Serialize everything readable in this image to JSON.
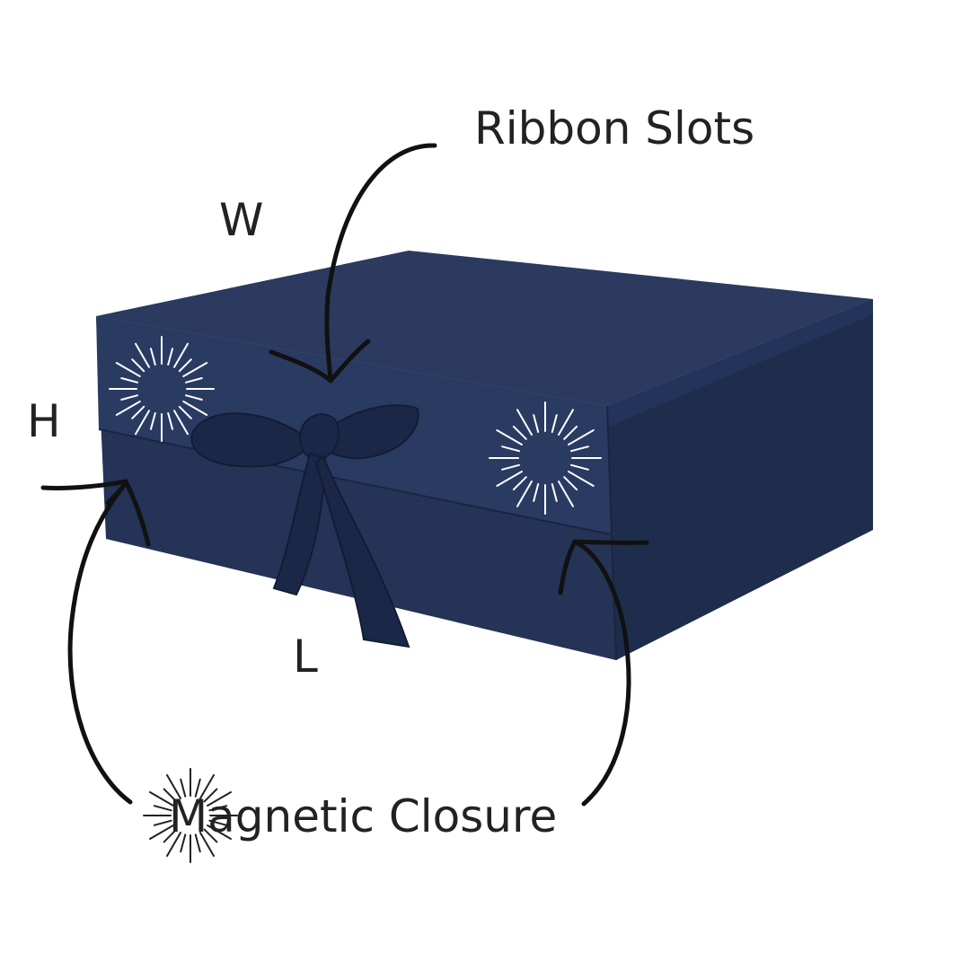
{
  "colors": {
    "box_top": "#2b3a5e",
    "box_front": "#233253",
    "box_side": "#1e2c4b",
    "lid_band": "#283a60",
    "ribbon": "#1b2747",
    "ink": "#111111",
    "sparkle": "#ffffff"
  },
  "labels": {
    "ribbon_slots": "Ribbon Slots",
    "width": "W",
    "height": "H",
    "length": "L",
    "magnetic_closure": "Magnetic Closure"
  }
}
